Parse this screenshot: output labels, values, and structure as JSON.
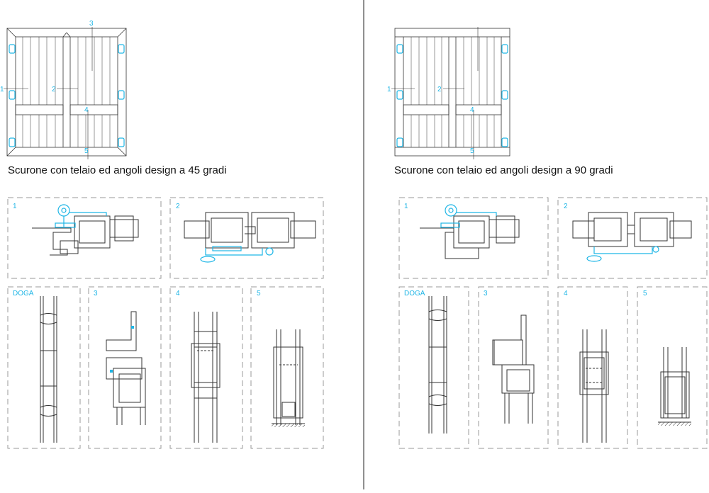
{
  "accent_color": "#1fb6e6",
  "line_color": "#333333",
  "left": {
    "caption": "Scurone con telaio ed angoli design a 45 gradi",
    "callouts": {
      "c1": "1",
      "c2": "2",
      "c3": "3",
      "c4": "4",
      "c5": "5"
    },
    "details": {
      "d1": "1",
      "d2": "2",
      "doga": "DOGA",
      "d3": "3",
      "d4": "4",
      "d5": "5"
    }
  },
  "right": {
    "caption": "Scurone con telaio ed angoli design a 90 gradi",
    "callouts": {
      "c1": "1",
      "c2": "2",
      "c4": "4",
      "c5": "5"
    },
    "details": {
      "d1": "1",
      "d2": "2",
      "doga": "DOGA",
      "d3": "3",
      "d4": "4",
      "d5": "5"
    }
  }
}
